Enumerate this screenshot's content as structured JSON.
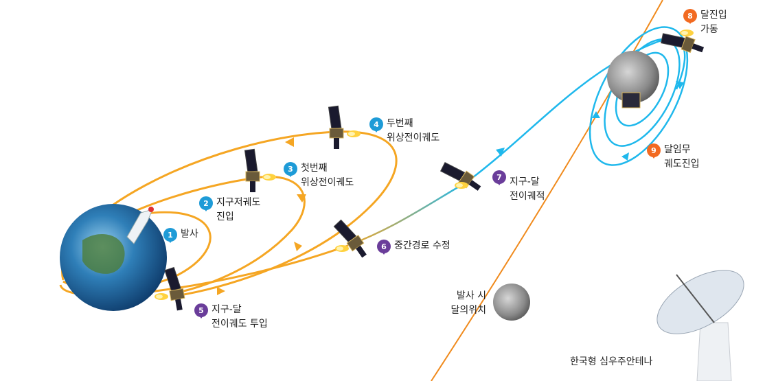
{
  "colors": {
    "earth_orbit": "#f5a623",
    "lunar_orbit": "#1fb8ec",
    "moon_path": "#f08a1c",
    "phase_blue": "#1e9bd7",
    "transfer_purple": "#6a3d9a",
    "lunar_orange": "#f26a21"
  },
  "steps": [
    {
      "number": "1",
      "lines": [
        "발사"
      ],
      "color": "#1e9bd7"
    },
    {
      "number": "2",
      "lines": [
        "지구저궤도",
        "진입"
      ],
      "color": "#1e9bd7"
    },
    {
      "number": "3",
      "lines": [
        "첫번째",
        "위상전이궤도"
      ],
      "color": "#1e9bd7"
    },
    {
      "number": "4",
      "lines": [
        "두번째",
        "위상전이궤도"
      ],
      "color": "#1e9bd7"
    },
    {
      "number": "5",
      "lines": [
        "지구-달",
        "전이궤도 투입"
      ],
      "color": "#6a3d9a"
    },
    {
      "number": "6",
      "lines": [
        "중간경로 수정"
      ],
      "color": "#6a3d9a"
    },
    {
      "number": "7",
      "lines": [
        "지구-달",
        "전이궤적"
      ],
      "color": "#6a3d9a"
    },
    {
      "number": "8",
      "lines": [
        "달진입",
        "가동"
      ],
      "color": "#f26a21"
    },
    {
      "number": "9",
      "lines": [
        "달임무",
        "궤도진입"
      ],
      "color": "#f26a21"
    }
  ],
  "moon_at_launch": [
    "발사 시",
    "달의위치"
  ],
  "antenna_label": "한국형 심우주안테나"
}
